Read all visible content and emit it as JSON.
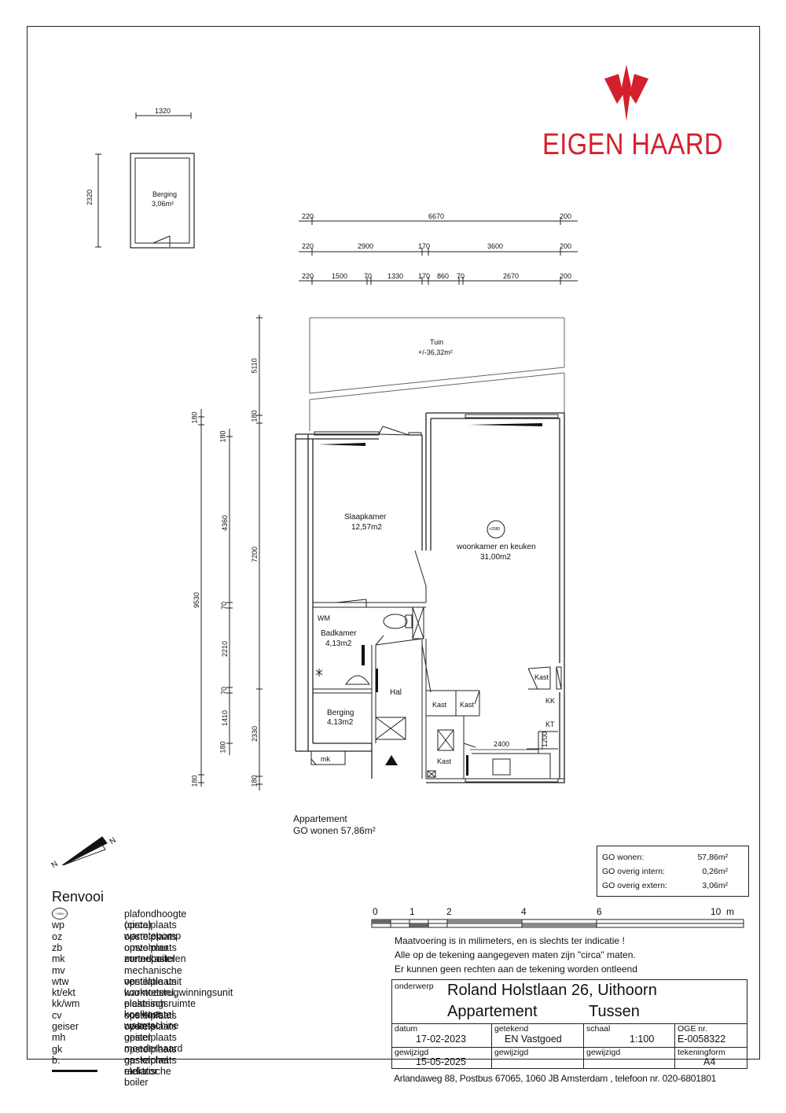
{
  "logo": {
    "text": "EIGEN HAARD",
    "color": "#d4202c"
  },
  "storage_box": {
    "width_dim": "1320",
    "height_dim": "2320",
    "name": "Berging",
    "area": "3,06m²"
  },
  "dims_top": {
    "row1": [
      "220",
      "6670",
      "200"
    ],
    "row2": [
      "220",
      "2900",
      "170",
      "3600",
      "200"
    ],
    "row3": [
      "220",
      "1500",
      "70",
      "1330",
      "170",
      "860",
      "70",
      "2670",
      "200"
    ]
  },
  "dims_left_outer": [
    "180",
    "9530",
    "180"
  ],
  "dims_left_mid": [
    "180",
    "4360",
    "70",
    "2210",
    "70",
    "1410",
    "180"
  ],
  "dims_left_inner": [
    "5110",
    "180",
    "7200",
    "2330",
    "180"
  ],
  "rooms": {
    "tuin": {
      "name": "Tuin",
      "area": "+/-36,32m²"
    },
    "slaapkamer": {
      "name": "Slaapkamer",
      "area": "12,57m2"
    },
    "woonkamer": {
      "name": "woonkamer en keuken",
      "area": "31,00m2",
      "ceiling": "+2580"
    },
    "badkamer": {
      "name": "Badkamer",
      "area": "4,13m2",
      "wm": "WM"
    },
    "berging": {
      "name": "Berging",
      "area": "4,13m2"
    },
    "hal": {
      "name": "Hal"
    },
    "kast_labels": [
      "Kast",
      "Kast",
      "Kast",
      "Kast"
    ],
    "kk": "KK",
    "kt": "KT",
    "mk": "mk",
    "kitchen_dims": [
      "2400",
      "1200"
    ]
  },
  "appartement": {
    "line1": "Appartement",
    "line2": "GO wonen 57,86m²"
  },
  "north": {
    "label": "N"
  },
  "renvooi": {
    "title": "Renvooi",
    "ceiling_symbol": "+2540",
    "items": [
      {
        "code": "",
        "desc": "plafondhoogte (circa)"
      },
      {
        "code": "wp",
        "desc": "opstelplaats warmtepomp"
      },
      {
        "code": "oz",
        "desc": "opstelplaats omvormer zonnepanelen"
      },
      {
        "code": "zb",
        "desc": "opstelplaats zonneboiler"
      },
      {
        "code": "mk",
        "desc": "meterkast"
      },
      {
        "code": "mv",
        "desc": "mechanische ventilatie unit"
      },
      {
        "code": "wtw",
        "desc": "opstelplaats warmteterugwinningsunit"
      },
      {
        "code": "kt/ekt",
        "desc": "kooktoestel, elektrisch kooktoestel"
      },
      {
        "code": "kk/wm",
        "desc": "plaatsingsruimte koelkast, wasmachine"
      },
      {
        "code": "cv",
        "desc": "opstelplaats cv-ketel"
      },
      {
        "code": "geiser",
        "desc": "opstelplaats geiser"
      },
      {
        "code": "mh",
        "desc": "opstelplaats moederhaard"
      },
      {
        "code": "gk",
        "desc": "opstelplaats gaskachel"
      },
      {
        "code": "b.",
        "desc": "opstelplaats elektrische boiler"
      },
      {
        "code": "",
        "desc": "radiator"
      }
    ]
  },
  "areas": [
    {
      "label": "GO wonen:",
      "value": "57,86m²"
    },
    {
      "label": "GO overig intern:",
      "value": "0,26m²"
    },
    {
      "label": "GO overig extern:",
      "value": "3,06m²"
    }
  ],
  "scale_bar": {
    "ticks": [
      "0",
      "1",
      "2",
      "4",
      "6",
      "10  m"
    ]
  },
  "notes": [
    "Maatvoering is in milimeters, en is slechts ter indicatie !",
    "Alle op de tekening aangegeven maten zijn \"circa\" maten.",
    "Er kunnen geen rechten aan de tekening worden ontleend"
  ],
  "titleblock": {
    "onderwerp_label": "onderwerp",
    "address": "Roland Holstlaan 26, Uithoorn",
    "type": "Appartement",
    "position": "Tussen",
    "datum_label": "datum",
    "datum": "17-02-2023",
    "getekend_label": "getekend",
    "getekend": "EN Vastgoed",
    "schaal_label": "schaal",
    "schaal": "1:100",
    "oge_label": "OGE nr.",
    "oge": "E-0058322",
    "gewijzigd_label": "gewijzigd",
    "gewijzigd": "15-05-2025",
    "gewijzigd2_label": "gewijzigd",
    "gewijzigd3_label": "gewijzigd",
    "tekeningform_label": "tekeningform",
    "tekeningform": "A4",
    "footer": "Arlandaweg 88, Postbus 67065, 1060 JB Amsterdam , telefoon nr. 020-6801801"
  }
}
